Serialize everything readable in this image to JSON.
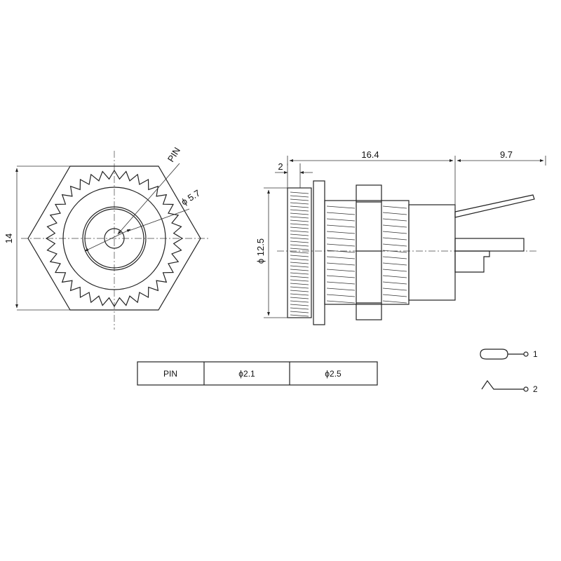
{
  "front_view": {
    "height_dim": "14",
    "pin_label": "PIN",
    "hole_dim": "ϕ 5.7"
  },
  "side_view": {
    "flange_dim": "2",
    "body_dim": "16.4",
    "pin_dim": "9.7",
    "thread_dim": "ϕ 12.5"
  },
  "pin_table": {
    "header": "PIN",
    "col1": "ϕ2.1",
    "col2": "ϕ2.5"
  },
  "legend": {
    "pin1": "1",
    "pin2": "2"
  }
}
